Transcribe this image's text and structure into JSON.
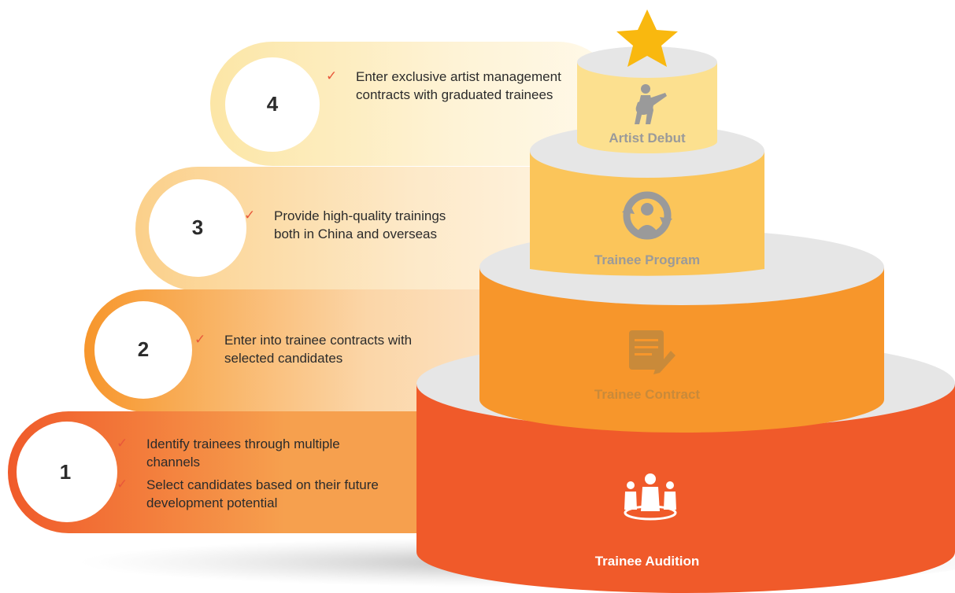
{
  "steps": [
    {
      "number": "1",
      "bullets": [
        "Identify trainees through multiple channels",
        "Select candidates based on their future development potential"
      ]
    },
    {
      "number": "2",
      "bullets": [
        "Enter into trainee contracts with selected candidates"
      ]
    },
    {
      "number": "3",
      "bullets": [
        "Provide high-quality trainings both in China and overseas"
      ]
    },
    {
      "number": "4",
      "bullets": [
        "Enter exclusive artist management contracts with graduated trainees"
      ]
    }
  ],
  "tiers": [
    {
      "label": "Trainee Audition",
      "icon": "people-group-icon"
    },
    {
      "label": "Trainee Contract",
      "icon": "contract-document-icon"
    },
    {
      "label": "Trainee Program",
      "icon": "cycle-person-icon"
    },
    {
      "label": "Artist Debut",
      "icon": "guitarist-icon"
    }
  ],
  "top_icon": "star-icon",
  "colors": {
    "check": "#e8573a",
    "tier1": "#f05a2a",
    "tier2": "#f7962b",
    "tier3": "#fbc55a",
    "tier4": "#fce08f",
    "tier_top": "#e6e6e6",
    "star": "#f9b80f"
  }
}
